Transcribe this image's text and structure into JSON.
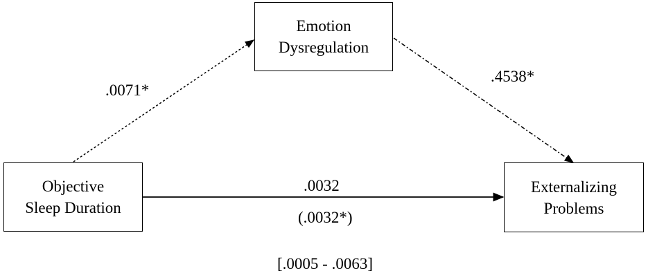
{
  "nodes": {
    "mediator": {
      "line1": "Emotion",
      "line2": "Dysregulation"
    },
    "predictor": {
      "line1": "Objective",
      "line2": "Sleep Duration"
    },
    "outcome": {
      "line1": "Externalizing",
      "line2": "Problems"
    }
  },
  "paths": {
    "a": ".0071*",
    "b": ".4538*",
    "direct": ".0032",
    "total": "(.0032*)",
    "confidence_interval": "[.0005 - .0063]"
  },
  "colors": {
    "stroke": "#000000",
    "background": "#ffffff"
  }
}
